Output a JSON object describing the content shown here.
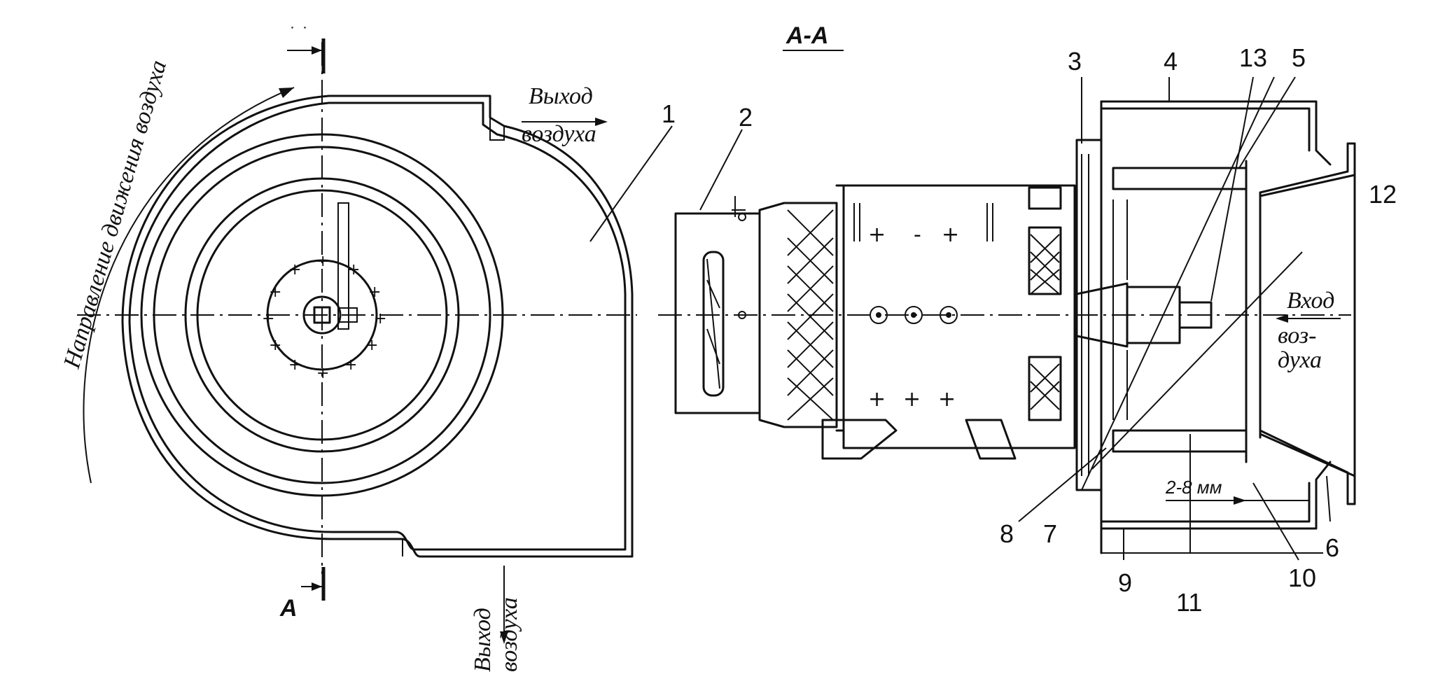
{
  "diagram": {
    "section_title": "А-А",
    "section_mark": "А",
    "labels": {
      "air_direction": "Направление движения воздуха",
      "outlet_right_1": "Выход",
      "outlet_right_2": "воздуха",
      "outlet_bottom_1": "Выход",
      "outlet_bottom_2": "воздуха",
      "inlet_1": "Вход",
      "inlet_2": "воз-",
      "inlet_3": "духа",
      "gap": "2-8 мм"
    },
    "callouts": {
      "n1": "1",
      "n2": "2",
      "n3": "3",
      "n4": "4",
      "n5": "5",
      "n6": "6",
      "n7": "7",
      "n8": "8",
      "n9": "9",
      "n10": "10",
      "n11": "11",
      "n12": "12",
      "n13": "13"
    }
  }
}
